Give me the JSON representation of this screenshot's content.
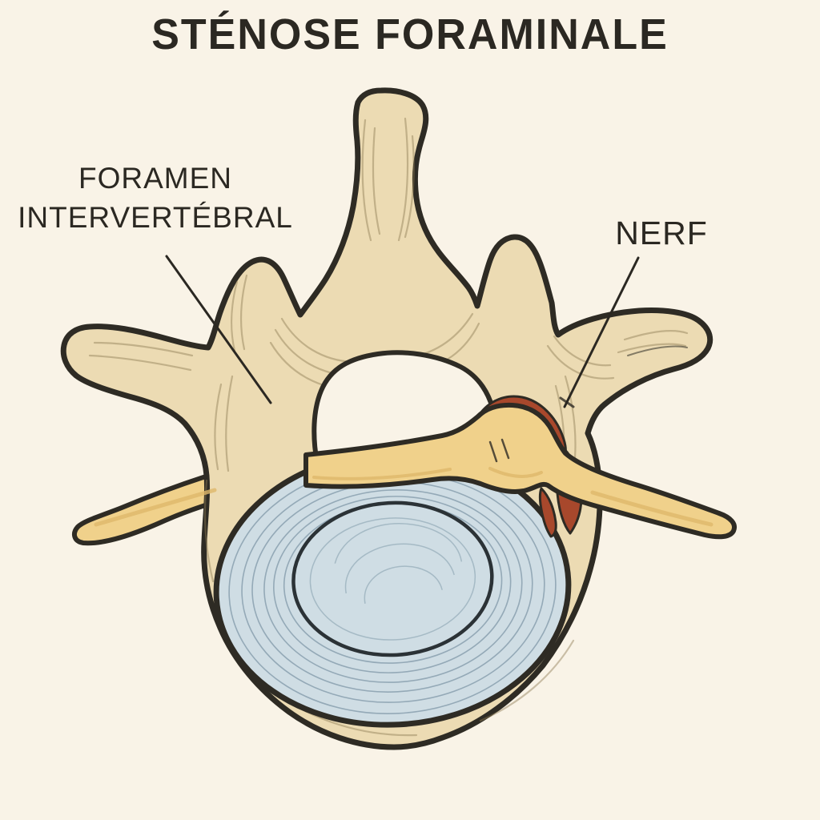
{
  "title": "STÉNOSE FORAMINALE",
  "labels": {
    "foramen": {
      "line1": "FORAMEN",
      "line2": "INTERVERTÉBRAL"
    },
    "nerf": "NERF"
  },
  "colors": {
    "background": "#f9f3e7",
    "ink": "#2b2822",
    "outline": "#2e2b24",
    "bone": "#ecdbb3",
    "bone_shade": "#8f7c55",
    "nerve": "#f0d18b",
    "nerve_shade": "#dfb86a",
    "inflammation": "#a8482c",
    "disc": "#cfdde4",
    "disc_ring": "#849cab",
    "disc_core_outline": "#2b3236"
  }
}
